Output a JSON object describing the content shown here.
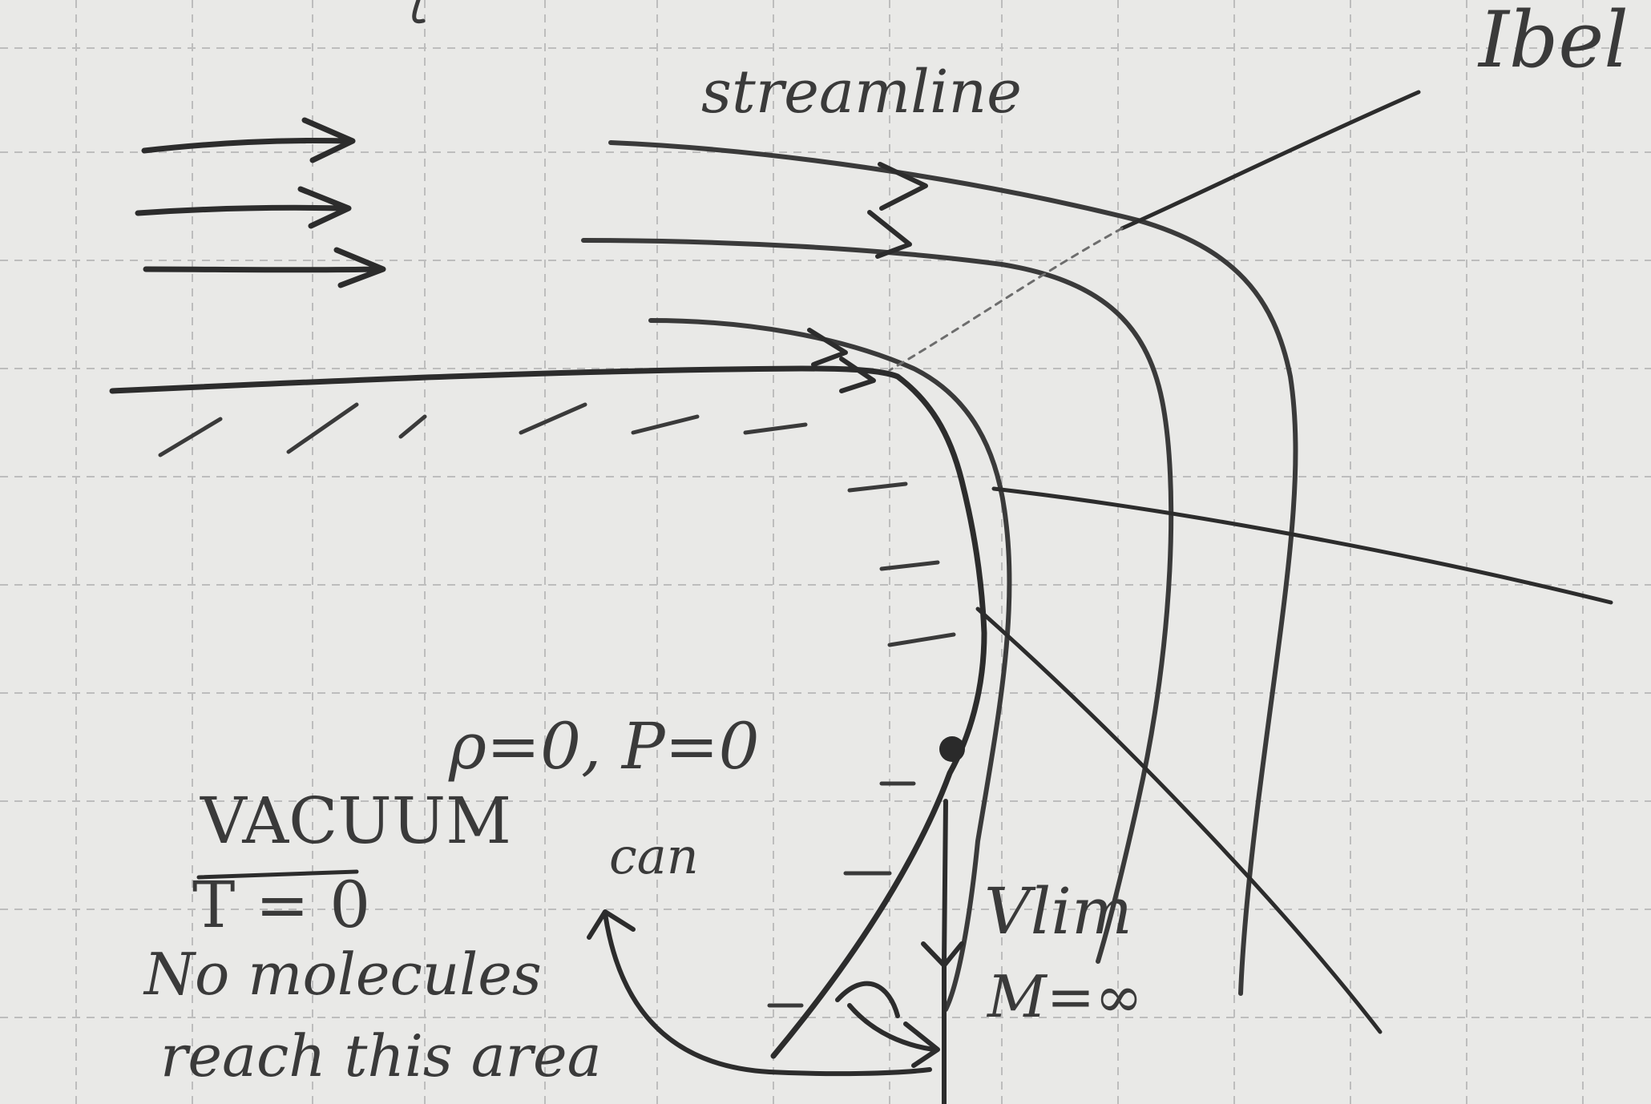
{
  "labels": {
    "streamline": "streamline",
    "top_right_fragment": "Ibel",
    "vacuum_line": "VACUUM",
    "rho_eq": "ρ=0, P=0",
    "temp_eq": "T = 0",
    "no_molecules": "No molecules",
    "can": "can",
    "reach_area": "reach this area",
    "vlim": "Vlim",
    "mach": "M=∞"
  },
  "colors": {
    "paper": "#e9e9e7",
    "grid": "#bdbdbd",
    "pencil": "#3a3a3a"
  }
}
